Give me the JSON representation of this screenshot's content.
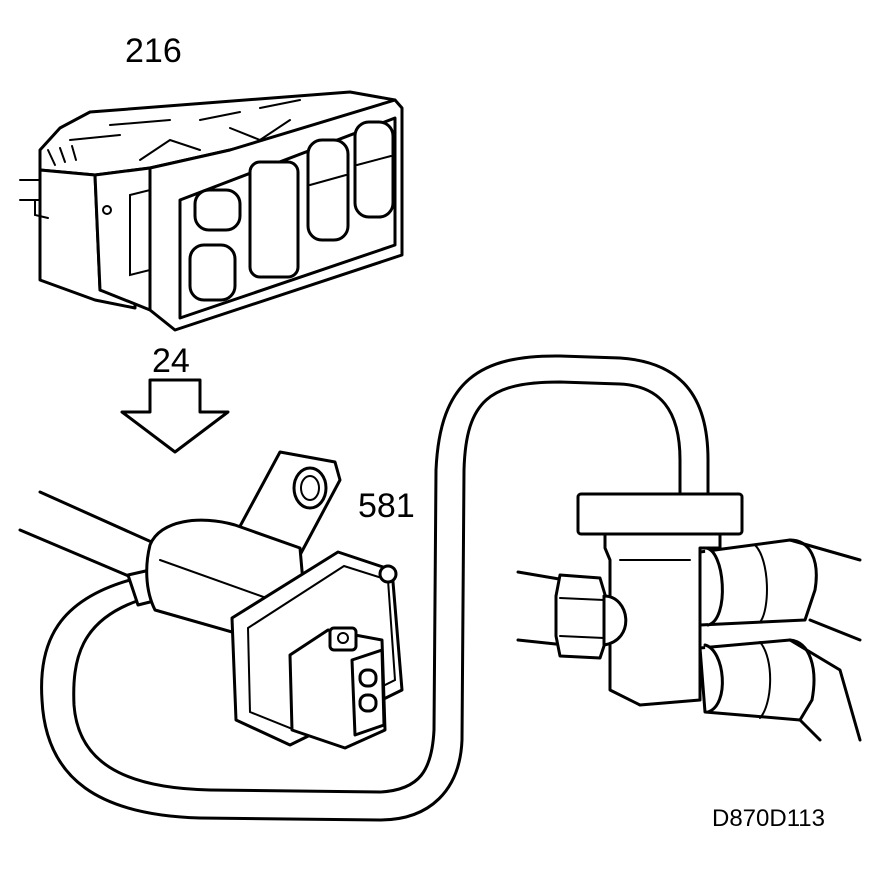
{
  "callouts": {
    "control_unit": "216",
    "connector_pin": "24",
    "valve_connector": "581"
  },
  "figure_ref": "D870D113",
  "colors": {
    "ink": "#000000",
    "paper": "#ffffff"
  }
}
